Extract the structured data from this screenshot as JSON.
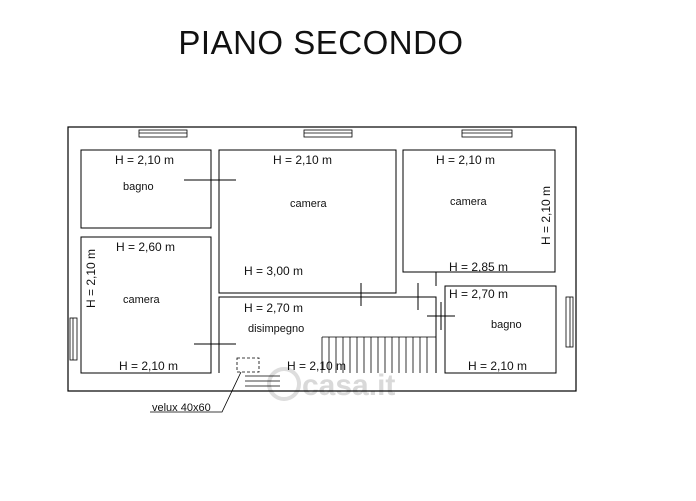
{
  "title": "PIANO SECONDO",
  "rooms": {
    "bagno_left": {
      "name": "bagno",
      "h": "H = 2,10 m"
    },
    "camera_mid": {
      "name": "camera",
      "h_top": "H = 2,10 m",
      "h_bottom": "H = 3,00 m"
    },
    "camera_right": {
      "name": "camera",
      "h_top": "H = 2,10 m",
      "h_side": "H = 2,10 m",
      "h_bottom": "H = 2,85 m"
    },
    "camera_left": {
      "name": "camera",
      "h_top": "H = 2,60 m",
      "h_side": "H = 2,10 m",
      "h_bottom": "H = 2,10 m"
    },
    "disimpegno": {
      "name": "disimpegno",
      "h_top": "H = 2,70 m",
      "h_bottom": "H = 2,10 m"
    },
    "bagno_right": {
      "name": "bagno",
      "h_top": "H = 2,70 m",
      "h_bottom": "H = 2,10 m"
    }
  },
  "velux": "velux 40x60",
  "watermark": "casa.it"
}
